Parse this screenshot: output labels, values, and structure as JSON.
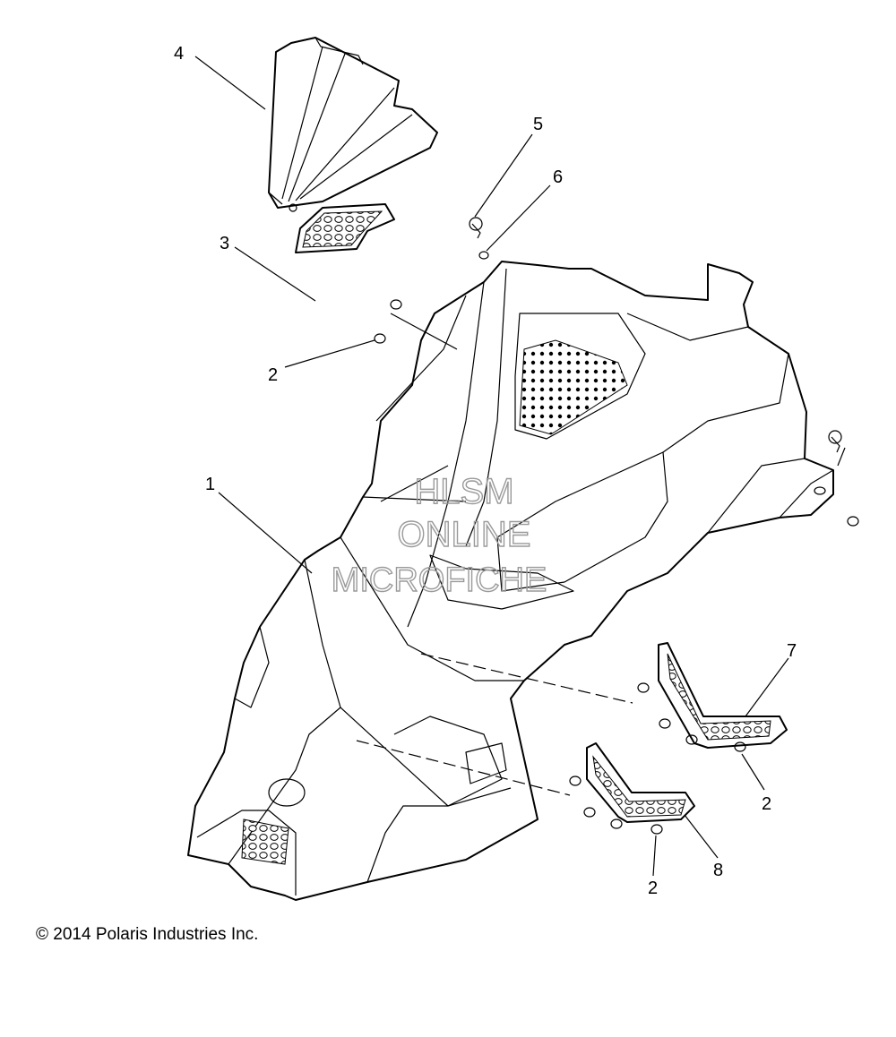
{
  "callouts": [
    {
      "id": "c1",
      "label": "1"
    },
    {
      "id": "c2a",
      "label": "2"
    },
    {
      "id": "c2b",
      "label": "2"
    },
    {
      "id": "c2c",
      "label": "2"
    },
    {
      "id": "c3",
      "label": "3"
    },
    {
      "id": "c4",
      "label": "4"
    },
    {
      "id": "c5",
      "label": "5"
    },
    {
      "id": "c6",
      "label": "6"
    },
    {
      "id": "c7",
      "label": "7"
    },
    {
      "id": "c8",
      "label": "8"
    }
  ],
  "watermark": {
    "line1": "HLSM",
    "line2": "ONLINE",
    "line3": "MICROFICHE"
  },
  "copyright": "© 2014 Polaris Industries Inc."
}
